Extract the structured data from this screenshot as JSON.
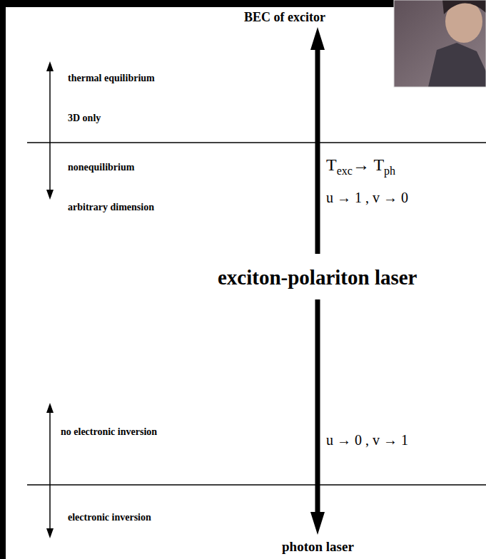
{
  "diagram": {
    "labels": [
      "BEC of excitor",
      "thermal equilibrium",
      "3D only",
      "nonequilibrium",
      "arbitrary dimension",
      "T",
      "exc",
      "→ T",
      "ph",
      "u → 1 , v → 0",
      "exciton-polariton laser",
      "no electronic inversion",
      "electronic inversion",
      "u → 0 , v → 1",
      "photon laser"
    ]
  }
}
